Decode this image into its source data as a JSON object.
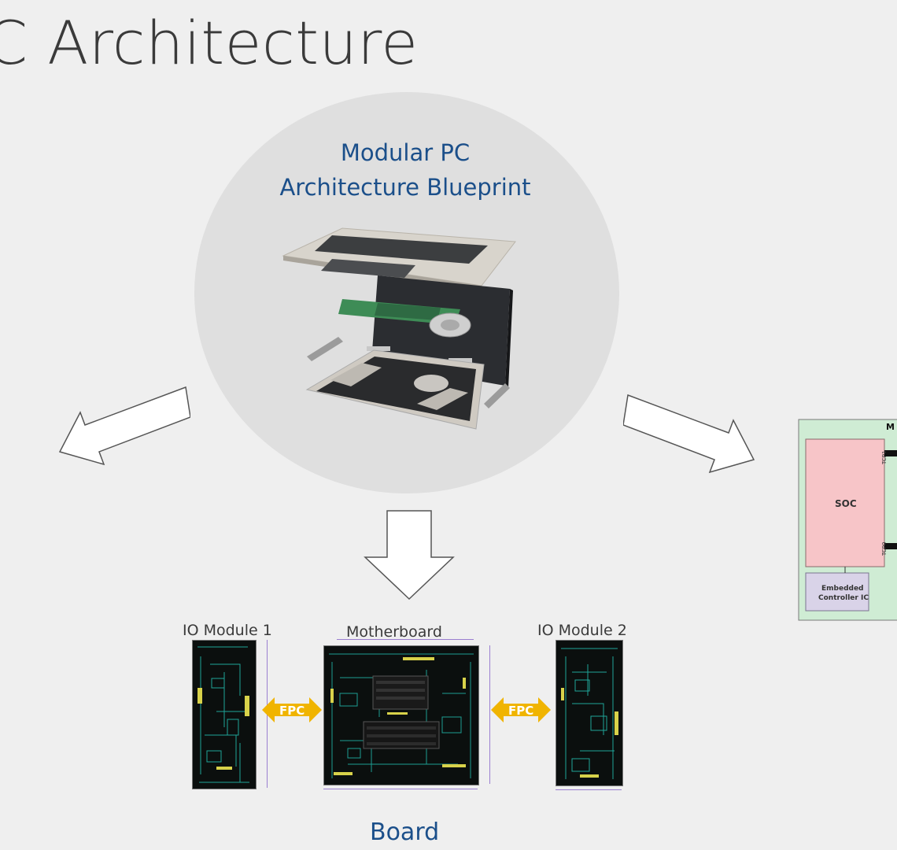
{
  "title": "PC Architecture",
  "title_visible": "C Architecture",
  "blueprint": {
    "line1": "Modular PC",
    "line2": "Architecture Blueprint"
  },
  "board_section": {
    "label": "Board",
    "io_module_1": "IO Module 1",
    "motherboard": "Motherboard",
    "io_module_2": "IO Module 2",
    "fpc_left": "FPC",
    "fpc_right": "FPC"
  },
  "right_diagram": {
    "soc": "SOC",
    "embedded_line1": "Embedded",
    "embedded_line2": "Controller IC",
    "tcp1": "TCP1",
    "tcp0": "TCP0"
  },
  "colors": {
    "title": "#3a3a3a",
    "blue_heading": "#1b4f8a",
    "fpc_arrow": "#f0b400",
    "pcb_trace": "#22b5a8",
    "green_panel": "#cfecd4",
    "soc_fill": "#f7c5c8",
    "ec_fill": "#d9d3e8"
  }
}
